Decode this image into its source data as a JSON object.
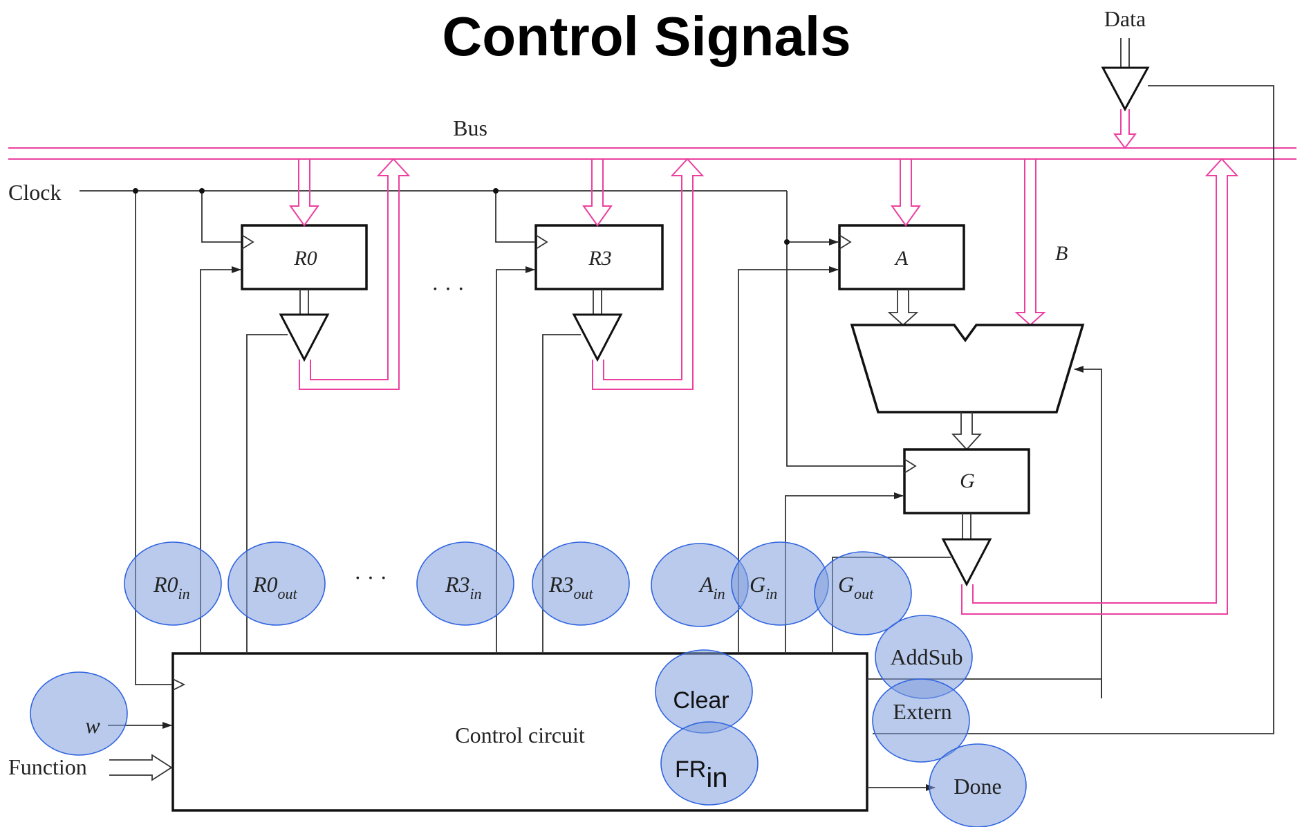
{
  "title": "Control Signals",
  "labels": {
    "data": "Data",
    "bus": "Bus",
    "clock": "Clock",
    "b": "B",
    "function": "Function",
    "w": "w",
    "control_circuit": "Control circuit"
  },
  "registers": {
    "r0": "R0",
    "r3": "R3",
    "a": "A",
    "g": "G"
  },
  "ellipsis": "· · ·",
  "signals": {
    "r0_in": {
      "base": "R0",
      "sub": "in"
    },
    "r0_out": {
      "base": "R0",
      "sub": "out"
    },
    "r3_in": {
      "base": "R3",
      "sub": "in"
    },
    "r3_out": {
      "base": "R3",
      "sub": "out"
    },
    "a_in": {
      "base": "A",
      "sub": "in"
    },
    "g_in": {
      "base": "G",
      "sub": "in"
    },
    "g_out": {
      "base": "G",
      "sub": "out"
    },
    "addsub": "AddSub",
    "extern": "Extern",
    "clear": "Clear",
    "fr_in": {
      "base": "FR",
      "sub": "in"
    },
    "done": "Done"
  },
  "colors": {
    "bus": "#ec3fa0",
    "highlight_fill": "#7f9fdc",
    "highlight_stroke": "#2f63e0"
  }
}
